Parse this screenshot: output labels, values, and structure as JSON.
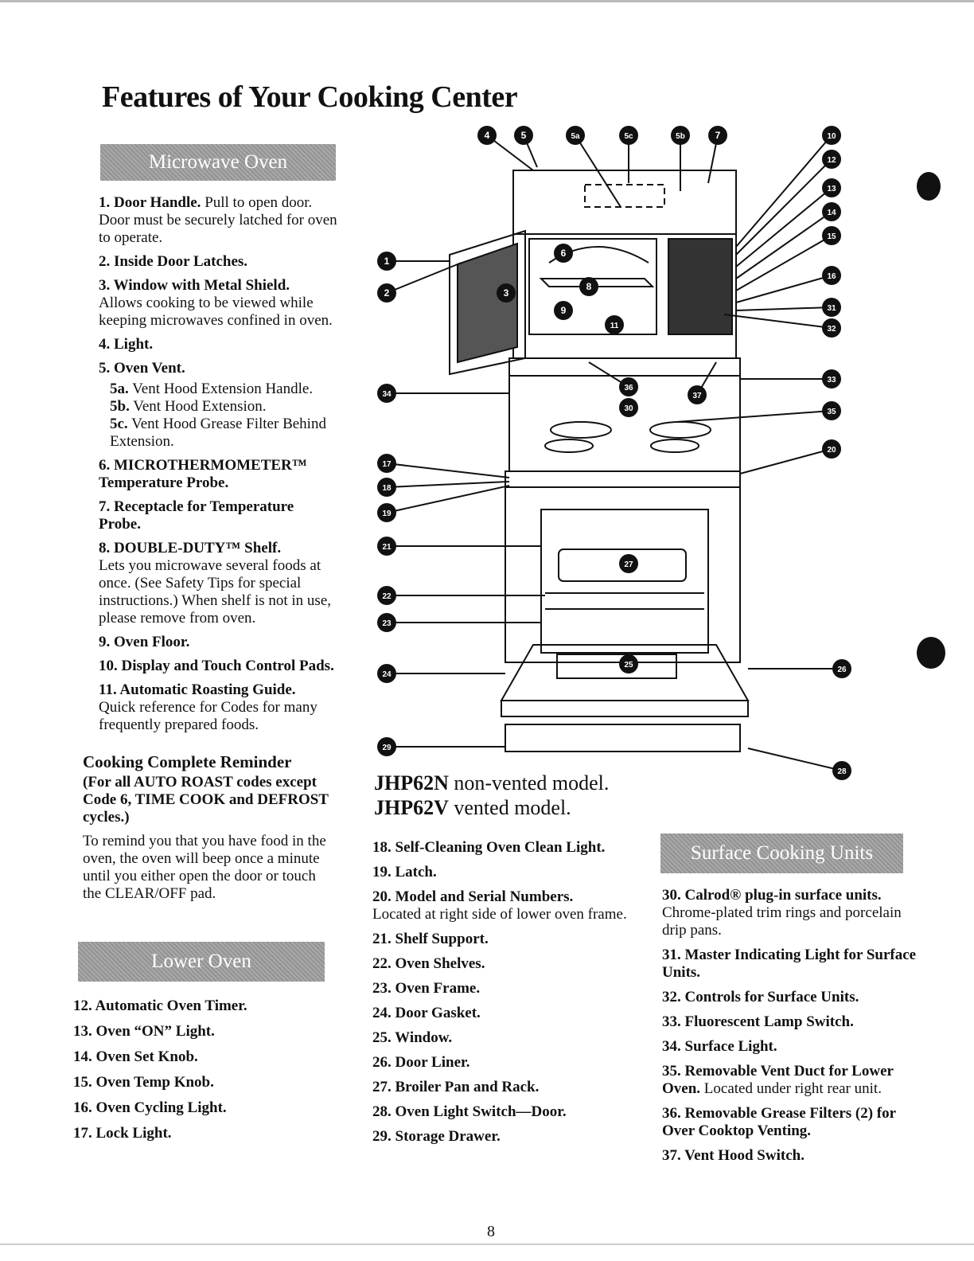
{
  "title": "Features of Your Cooking Center",
  "microwave": {
    "heading": "Microwave Oven",
    "items": [
      {
        "label": "1. Door Handle.",
        "desc": "Pull to open door. Door must be securely latched for oven to operate."
      },
      {
        "label": "2. Inside Door Latches.",
        "desc": ""
      },
      {
        "label": "3. Window with Metal Shield.",
        "desc": "Allows cooking to be viewed while keeping microwaves confined in oven."
      },
      {
        "label": "4. Light.",
        "desc": ""
      },
      {
        "label": "5. Oven Vent.",
        "desc": ""
      },
      {
        "label": "5a.",
        "desc": "Vent Hood Extension Handle."
      },
      {
        "label": "5b.",
        "desc": "Vent Hood Extension."
      },
      {
        "label": "5c.",
        "desc": "Vent Hood Grease Filter Behind Extension."
      },
      {
        "label": "6. MICROTHERMOMETER™ Temperature Probe.",
        "desc": ""
      },
      {
        "label": "7. Receptacle for Temperature Probe.",
        "desc": ""
      },
      {
        "label": "8. DOUBLE-DUTY™ Shelf.",
        "desc": "Lets you microwave several foods at once. (See Safety Tips for special instructions.) When shelf is not in use, please remove from oven."
      },
      {
        "label": "9. Oven Floor.",
        "desc": ""
      },
      {
        "label": "10. Display and Touch Control Pads.",
        "desc": ""
      },
      {
        "label": "11. Automatic Roasting Guide.",
        "desc": "Quick reference for Codes for many frequently prepared foods."
      }
    ]
  },
  "reminder": {
    "heading": "Cooking Complete Reminder",
    "subheading": "(For all AUTO ROAST codes except Code 6, TIME COOK and DEFROST cycles.)",
    "text": "To remind you that you have food in the oven, the oven will beep once a minute until you either open the door or touch the CLEAR/OFF pad."
  },
  "lower_oven": {
    "heading": "Lower Oven",
    "items": [
      "12. Automatic Oven Timer.",
      "13. Oven “ON” Light.",
      "14. Oven Set Knob.",
      "15. Oven Temp Knob.",
      "16. Oven Cycling Light.",
      "17. Lock Light."
    ]
  },
  "models": {
    "line1_code": "JHP62N",
    "line1_text": " non-vented model.",
    "line2_code": "JHP62V",
    "line2_text": " vented model."
  },
  "middle_items": [
    {
      "label": "18. Self-Cleaning Oven Clean Light.",
      "desc": ""
    },
    {
      "label": "19. Latch.",
      "desc": ""
    },
    {
      "label": "20. Model and Serial Numbers.",
      "desc": "Located at right side of lower oven frame."
    },
    {
      "label": "21. Shelf Support.",
      "desc": ""
    },
    {
      "label": "22. Oven Shelves.",
      "desc": ""
    },
    {
      "label": "23. Oven Frame.",
      "desc": ""
    },
    {
      "label": "24. Door Gasket.",
      "desc": ""
    },
    {
      "label": "25. Window.",
      "desc": ""
    },
    {
      "label": "26. Door Liner.",
      "desc": ""
    },
    {
      "label": "27. Broiler Pan and Rack.",
      "desc": ""
    },
    {
      "label": "28. Oven Light Switch—Door.",
      "desc": ""
    },
    {
      "label": "29. Storage Drawer.",
      "desc": ""
    }
  ],
  "surface": {
    "heading": "Surface Cooking Units",
    "items": [
      {
        "label": "30. Calrod® plug-in surface units.",
        "desc": "Chrome-plated trim rings and porcelain drip pans."
      },
      {
        "label": "31. Master Indicating Light for Surface Units.",
        "desc": ""
      },
      {
        "label": "32. Controls for Surface Units.",
        "desc": ""
      },
      {
        "label": "33. Fluorescent Lamp Switch.",
        "desc": ""
      },
      {
        "label": "34. Surface Light.",
        "desc": ""
      },
      {
        "label": "35. Removable Vent Duct for Lower Oven.",
        "desc": "Located under right rear unit."
      },
      {
        "label": "36. Removable Grease Filters (2) for Over Cooktop Venting.",
        "desc": ""
      },
      {
        "label": "37. Vent Hood Switch.",
        "desc": ""
      }
    ]
  },
  "callouts": [
    "4",
    "5",
    "5a",
    "5c",
    "5b",
    "7",
    "10",
    "12",
    "13",
    "14",
    "15",
    "16",
    "31",
    "32",
    "1",
    "2",
    "3",
    "6",
    "8",
    "9",
    "11",
    "34",
    "36",
    "37",
    "30",
    "33",
    "35",
    "17",
    "18",
    "19",
    "20",
    "21",
    "27",
    "22",
    "23",
    "24",
    "25",
    "26",
    "29",
    "28"
  ],
  "page_number": "8"
}
